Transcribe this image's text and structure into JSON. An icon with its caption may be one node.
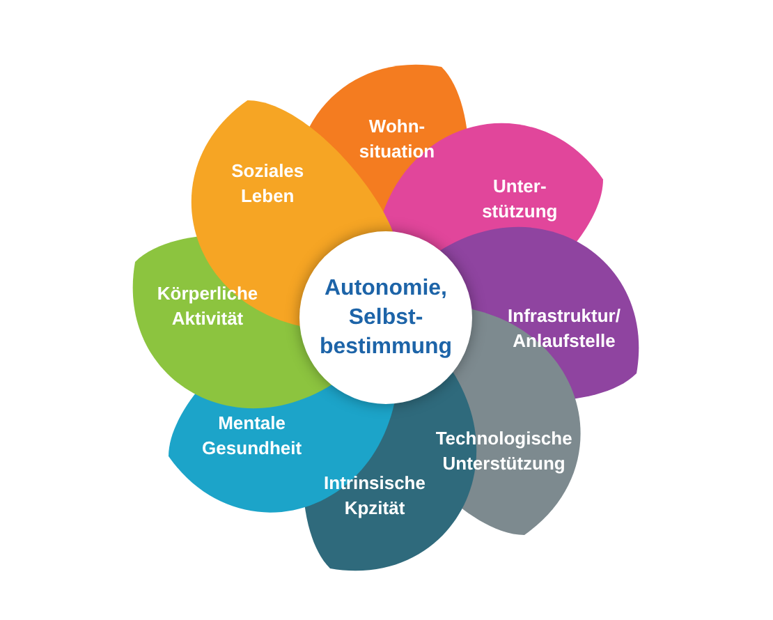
{
  "diagram": {
    "nodes": [
      {
        "text": [
          "Autonomie, Selbst- bestimmung"
        ]
      },
      {
        "text": [
          "Wohn- situation"
        ]
      },
      {
        "text": [
          "Unter- stützung"
        ]
      },
      {
        "text": [
          "Infrastruktur/ Anlaufstelle"
        ]
      },
      {
        "text": [
          "Technologische Unterstützung"
        ]
      },
      {
        "text": [
          "Intrinsische Kpzität"
        ]
      },
      {
        "text": [
          "Mentale Gesundheit"
        ]
      },
      {
        "text": [
          "Körperliche Aktivität"
        ]
      },
      {
        "text": [
          "Soziales Leben"
        ]
      }
    ],
    "edges": []
  }
}
